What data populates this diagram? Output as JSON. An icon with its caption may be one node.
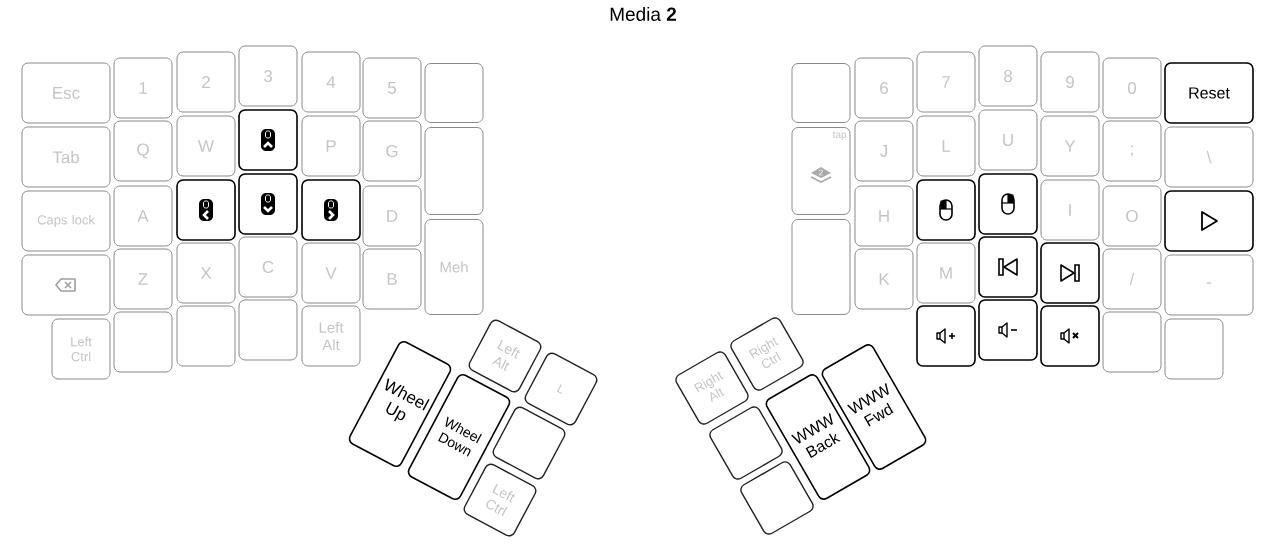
{
  "diagram": {
    "title": "Media **2**",
    "nodes": [
      {
        "text": [
          "Esc"
        ]
      },
      {
        "text": [
          "1"
        ]
      },
      {
        "text": [
          "2"
        ]
      },
      {
        "text": [
          "3"
        ]
      },
      {
        "text": [
          "4"
        ]
      },
      {
        "text": [
          "5"
        ]
      },
      {
        "text": [],
        "shape": "box"
      },
      {
        "text": [
          "Tab"
        ]
      },
      {
        "text": [
          "Q"
        ]
      },
      {
        "text": [
          "W"
        ]
      },
      {
        "text": [],
        "shape": "box"
      },
      {
        "text": [
          "P"
        ]
      },
      {
        "text": [
          "G"
        ]
      },
      {
        "text": [],
        "shape": "box"
      },
      {
        "text": [
          "Caps lock"
        ]
      },
      {
        "text": [
          "A"
        ]
      },
      {
        "text": [],
        "shape": "box"
      },
      {
        "text": [],
        "shape": "box"
      },
      {
        "text": [],
        "shape": "box"
      },
      {
        "text": [
          "D"
        ]
      },
      {
        "text": [],
        "shape": "box"
      },
      {
        "text": [
          "Z"
        ]
      },
      {
        "text": [
          "X"
        ]
      },
      {
        "text": [
          "C"
        ]
      },
      {
        "text": [
          "V"
        ]
      },
      {
        "text": [
          "B"
        ]
      },
      {
        "text": [
          "Meh"
        ]
      },
      {
        "text": [
          "Left Ctrl"
        ]
      },
      {
        "text": [],
        "shape": "box"
      },
      {
        "text": [],
        "shape": "box"
      },
      {
        "text": [],
        "shape": "box"
      },
      {
        "text": [
          "Left Alt"
        ]
      },
      {
        "text": [
          "Left Alt"
        ]
      },
      {
        "text": [
          "L"
        ]
      },
      {
        "text": [
          "Wheel Up"
        ]
      },
      {
        "text": [
          "Wheel Down"
        ]
      },
      {
        "text": [],
        "shape": "box"
      },
      {
        "text": [
          "Left Ctrl"
        ]
      },
      {
        "text": [],
        "shape": "box"
      },
      {
        "text": [
          "6"
        ]
      },
      {
        "text": [
          "7"
        ]
      },
      {
        "text": [
          "8"
        ]
      },
      {
        "text": [
          "9"
        ]
      },
      {
        "text": [
          "0"
        ]
      },
      {
        "text": [
          "Reset"
        ]
      },
      {
        "text": [
          "tap",
          "2"
        ]
      },
      {
        "text": [
          "J"
        ]
      },
      {
        "text": [
          "L"
        ]
      },
      {
        "text": [
          "U"
        ]
      },
      {
        "text": [
          "Y"
        ]
      },
      {
        "text": [
          ";"
        ]
      },
      {
        "text": [
          "\\"
        ]
      },
      {
        "text": [],
        "shape": "box"
      },
      {
        "text": [
          "H"
        ]
      },
      {
        "text": [],
        "shape": "box"
      },
      {
        "text": [],
        "shape": "box"
      },
      {
        "text": [
          "I"
        ]
      },
      {
        "text": [
          "O"
        ]
      },
      {
        "text": [],
        "shape": "box"
      },
      {
        "text": [
          "K"
        ]
      },
      {
        "text": [
          "M"
        ]
      },
      {
        "text": [],
        "shape": "box"
      },
      {
        "text": [],
        "shape": "box"
      },
      {
        "text": [
          "/"
        ]
      },
      {
        "text": [
          "-"
        ]
      },
      {
        "text": [],
        "shape": "box"
      },
      {
        "text": [],
        "shape": "box"
      },
      {
        "text": [],
        "shape": "box"
      },
      {
        "text": [],
        "shape": "box"
      },
      {
        "text": [],
        "shape": "box"
      },
      {
        "text": [
          "Right Alt"
        ]
      },
      {
        "text": [
          "Right Ctrl"
        ]
      },
      {
        "text": [],
        "shape": "box"
      },
      {
        "text": [],
        "shape": "box"
      },
      {
        "text": [
          "WWW Back"
        ]
      },
      {
        "text": [
          "WWW Fwd"
        ]
      }
    ]
  }
}
